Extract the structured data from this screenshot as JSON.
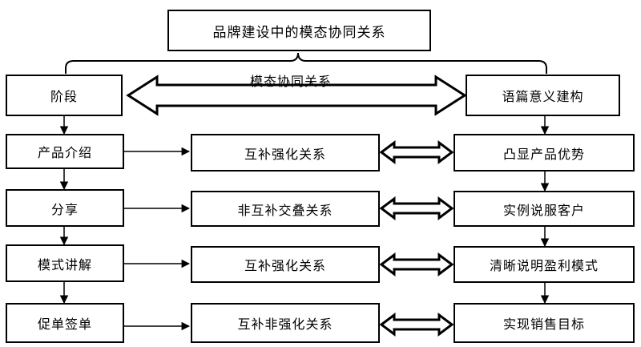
{
  "title": "品牌建设中的模态协同关系",
  "header_arrow_label": "模态协同关系",
  "left_header": "阶段",
  "right_header": "语篇意义建构",
  "rows": [
    {
      "stage": "产品介绍",
      "relation": "互补强化关系",
      "meaning": "凸显产品优势"
    },
    {
      "stage": "分享",
      "relation": "非互补交叠关系",
      "meaning": "实例说服客户"
    },
    {
      "stage": "模式讲解",
      "relation": "互补强化关系",
      "meaning": "清晰说明盈利模式"
    },
    {
      "stage": "促单签单",
      "relation": "互补非强化关系",
      "meaning": "实现销售目标"
    }
  ]
}
